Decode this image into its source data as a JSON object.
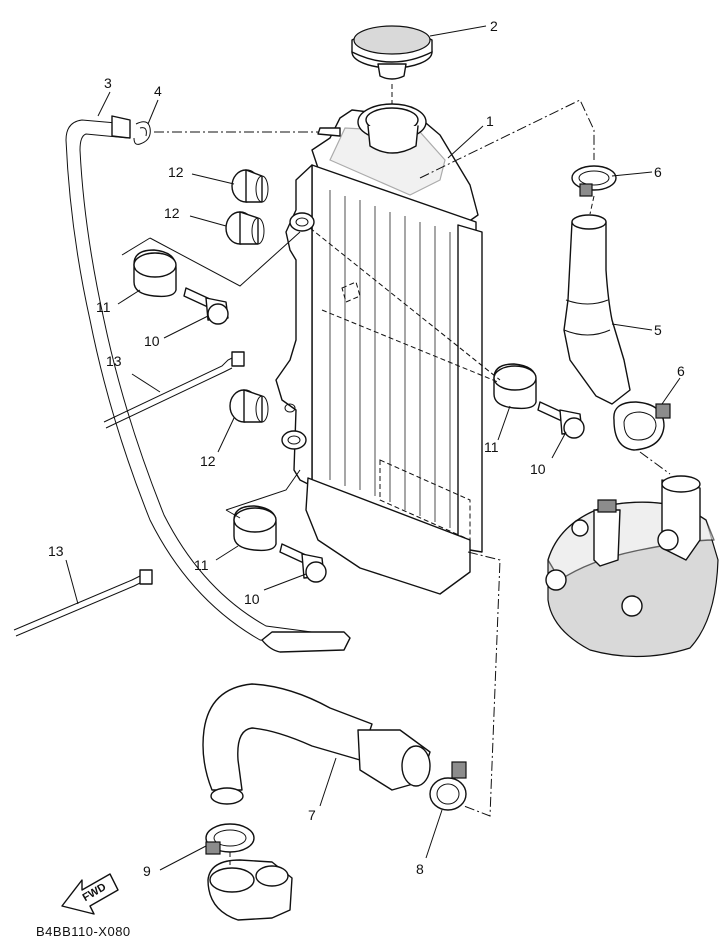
{
  "diagram": {
    "code": "B4BB110-X080",
    "fwd_label": "FWD",
    "callouts": {
      "c1": "1",
      "c2": "2",
      "c3": "3",
      "c4": "4",
      "c5": "5",
      "c6a": "6",
      "c6b": "6",
      "c7": "7",
      "c8": "8",
      "c9": "9",
      "c10a": "10",
      "c10b": "10",
      "c10c": "10",
      "c11a": "11",
      "c11b": "11",
      "c11c": "11",
      "c12a": "12",
      "c12b": "12",
      "c12c": "12",
      "c13a": "13",
      "c13b": "13"
    }
  }
}
